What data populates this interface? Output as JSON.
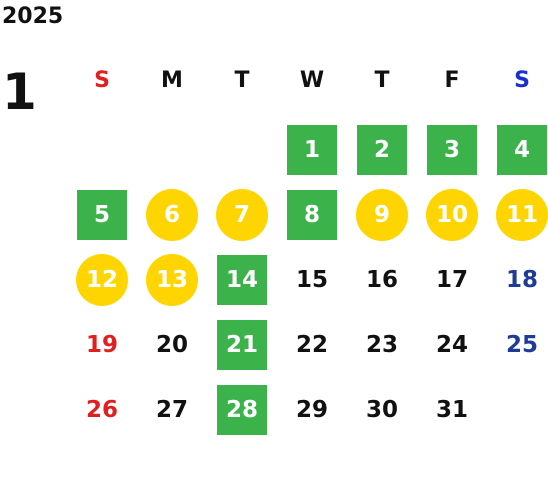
{
  "calendar": {
    "year": "2025",
    "month": "1",
    "weekdays": [
      {
        "label": "S",
        "color": "#e02020"
      },
      {
        "label": "M",
        "color": "#111111"
      },
      {
        "label": "T",
        "color": "#111111"
      },
      {
        "label": "W",
        "color": "#111111"
      },
      {
        "label": "T",
        "color": "#111111"
      },
      {
        "label": "F",
        "color": "#111111"
      },
      {
        "label": "S",
        "color": "#1a2fd0"
      }
    ],
    "first_weekday": 3,
    "days": [
      {
        "day": "1",
        "mark": "green"
      },
      {
        "day": "2",
        "mark": "green"
      },
      {
        "day": "3",
        "mark": "green"
      },
      {
        "day": "4",
        "mark": "green"
      },
      {
        "day": "5",
        "mark": "green"
      },
      {
        "day": "6",
        "mark": "yellow"
      },
      {
        "day": "7",
        "mark": "yellow"
      },
      {
        "day": "8",
        "mark": "green"
      },
      {
        "day": "9",
        "mark": "yellow"
      },
      {
        "day": "10",
        "mark": "yellow"
      },
      {
        "day": "11",
        "mark": "yellow"
      },
      {
        "day": "12",
        "mark": "yellow"
      },
      {
        "day": "13",
        "mark": "yellow"
      },
      {
        "day": "14",
        "mark": "green"
      },
      {
        "day": "15",
        "mark": "none"
      },
      {
        "day": "16",
        "mark": "none"
      },
      {
        "day": "17",
        "mark": "none"
      },
      {
        "day": "18",
        "mark": "none"
      },
      {
        "day": "19",
        "mark": "none"
      },
      {
        "day": "20",
        "mark": "none"
      },
      {
        "day": "21",
        "mark": "green"
      },
      {
        "day": "22",
        "mark": "none"
      },
      {
        "day": "23",
        "mark": "none"
      },
      {
        "day": "24",
        "mark": "none"
      },
      {
        "day": "25",
        "mark": "none"
      },
      {
        "day": "26",
        "mark": "none"
      },
      {
        "day": "27",
        "mark": "none"
      },
      {
        "day": "28",
        "mark": "green"
      },
      {
        "day": "29",
        "mark": "none"
      },
      {
        "day": "30",
        "mark": "none"
      },
      {
        "day": "31",
        "mark": "none"
      }
    ],
    "colors": {
      "green": "#3cb34a",
      "yellow": "#ffd500",
      "sunday": "#e02020",
      "saturday": "#1e3c96",
      "text": "#111111"
    }
  }
}
